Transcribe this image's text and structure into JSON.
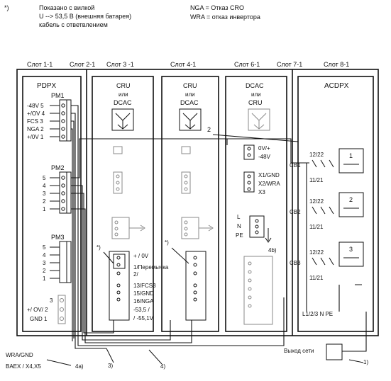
{
  "header": {
    "note_mark": "*)",
    "note_line1": "Показано с вилкой",
    "note_line2": "U --> 53,5 В (внешняя батарея)",
    "note_line3": "кабель с ответвлением",
    "nga_legend": "NGA = Отказ CRO",
    "wra_legend": "WRA = отказ инвертора"
  },
  "slots": [
    "Слот 1-1",
    "Слот 2-1",
    "Слот 3 -1",
    "Слот 4-1",
    "Слот 6-1",
    "Слот 7-1",
    "Слот 8-1"
  ],
  "pdpx": {
    "title": "PDPX",
    "pm1": "PM1",
    "pm1_pins": [
      "-48V 5",
      "+/OV 4",
      "FCS 3",
      "NGA 2",
      "+/0V 1"
    ],
    "pm2": "PM2",
    "pm2_pins": [
      "5",
      "4",
      "3",
      "2",
      "1"
    ],
    "pm3": "PM3",
    "pm3_pins": [
      "5",
      "4",
      "3",
      "2",
      "1"
    ],
    "bottom_pins": [
      "3",
      "+/ OV/ 2",
      "GND 1"
    ]
  },
  "modules": {
    "slot3_title": [
      "CRU",
      "или",
      "DCAC"
    ],
    "slot4_title": [
      "CRU",
      "или",
      "DCAC"
    ],
    "slot6_title": [
      "DCAC",
      "или",
      "CRU"
    ],
    "acdpx_title": "ACDPX"
  },
  "slot3_connector": [
    "+ / 0V",
    "1/Перемычка",
    "2/",
    "13/FCS3",
    "15/GND",
    "16/NGA",
    "-53,5 /",
    "/ -55,1V"
  ],
  "slot6_connector": [
    "0V/+",
    "-48V",
    "X1/GND",
    "X2/WRA",
    "X3"
  ],
  "lnpe": [
    "L",
    "N",
    "PE"
  ],
  "acdpx": {
    "breakers": [
      "CB1",
      "CB2",
      "CB3"
    ],
    "contacts_top": "12/22",
    "contacts_bottom": "11/21",
    "outlets": [
      "1",
      "2",
      "3"
    ],
    "bottom_labels": "L1/2/3    N PE"
  },
  "callouts": {
    "star1": "*)",
    "star2": "*)",
    "num2": "2",
    "num4b": "4b)",
    "num3": "3)",
    "num4": "4)",
    "num4a": "4a)",
    "num1": "1)"
  },
  "bottom": {
    "wra_gnd": "WRA/GND",
    "baex": "BAEX / X4,X5",
    "mains_exit": "Выход сети"
  }
}
